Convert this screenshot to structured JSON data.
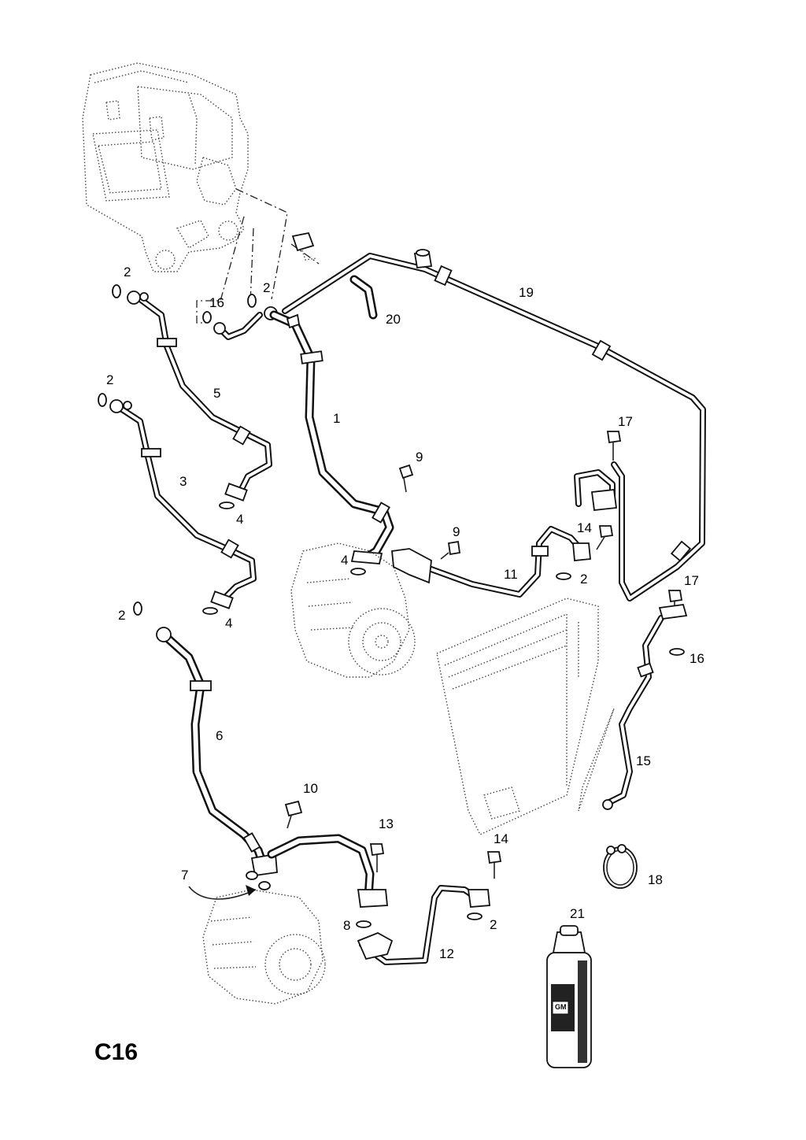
{
  "diagram_code": "C16",
  "callouts": [
    {
      "id": "c1",
      "text": "1"
    },
    {
      "id": "c2a",
      "text": "2"
    },
    {
      "id": "c2b",
      "text": "2"
    },
    {
      "id": "c2c",
      "text": "2"
    },
    {
      "id": "c2d",
      "text": "2"
    },
    {
      "id": "c2e",
      "text": "2"
    },
    {
      "id": "c2f",
      "text": "2"
    },
    {
      "id": "c3",
      "text": "3"
    },
    {
      "id": "c4a",
      "text": "4"
    },
    {
      "id": "c4b",
      "text": "4"
    },
    {
      "id": "c4c",
      "text": "4"
    },
    {
      "id": "c5",
      "text": "5"
    },
    {
      "id": "c6",
      "text": "6"
    },
    {
      "id": "c7",
      "text": "7"
    },
    {
      "id": "c8",
      "text": "8"
    },
    {
      "id": "c9a",
      "text": "9"
    },
    {
      "id": "c9b",
      "text": "9"
    },
    {
      "id": "c10",
      "text": "10"
    },
    {
      "id": "c11",
      "text": "11"
    },
    {
      "id": "c12",
      "text": "12"
    },
    {
      "id": "c13",
      "text": "13"
    },
    {
      "id": "c14a",
      "text": "14"
    },
    {
      "id": "c14b",
      "text": "14"
    },
    {
      "id": "c15",
      "text": "15"
    },
    {
      "id": "c16a",
      "text": "16"
    },
    {
      "id": "c16b",
      "text": "16"
    },
    {
      "id": "c17a",
      "text": "17"
    },
    {
      "id": "c17b",
      "text": "17"
    },
    {
      "id": "c18",
      "text": "18"
    },
    {
      "id": "c19",
      "text": "19"
    },
    {
      "id": "c20",
      "text": "20"
    },
    {
      "id": "c21",
      "text": "21"
    }
  ],
  "can_logo": "GM",
  "colors": {
    "line": "#111111",
    "background": "#ffffff"
  }
}
